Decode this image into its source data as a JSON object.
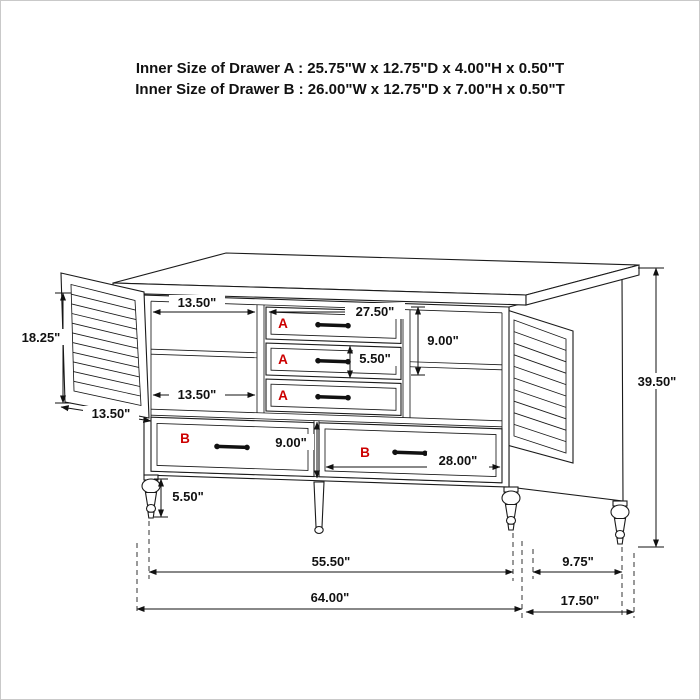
{
  "header": {
    "line1": "Inner Size of Drawer A : 25.75\"W x 12.75\"D x 4.00\"H x 0.50\"T",
    "line2": "Inner Size of Drawer B : 26.00\"W x 12.75\"D x 7.00\"H x 0.50\"T"
  },
  "drawer_labels": {
    "a": "A",
    "b": "B"
  },
  "dims": {
    "door_height": "18.25\"",
    "left_opening_width": "13.50\"",
    "left_opening_width_lower": "13.50\"",
    "door_width": "13.50\"",
    "drawer_a_width": "27.50\"",
    "right_opening_height": "9.00\"",
    "drawer_a_front_height": "5.50\"",
    "drawer_b_front_height": "9.00\"",
    "drawer_b_width": "28.00\"",
    "foot_height": "5.50\"",
    "overall_height": "39.50\"",
    "front_width": "55.50\"",
    "rear_foot_offset": "9.75\"",
    "overall_width": "64.00\"",
    "overall_depth": "17.50\""
  },
  "colors": {
    "accent_red": "#cc0000",
    "line": "#1a1a1a"
  }
}
